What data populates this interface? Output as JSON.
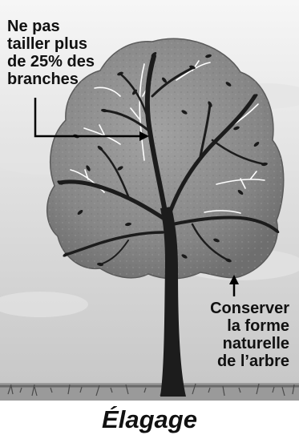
{
  "callouts": {
    "top": [
      "Ne pas",
      "tailler plus",
      "de 25% des",
      "branches"
    ],
    "bottom": [
      "Conserver",
      "la forme",
      "naturelle",
      "de l’arbre"
    ]
  },
  "caption": "Élagage",
  "colors": {
    "sky_top": "#f4f4f4",
    "sky_bottom": "#c9c9c9",
    "canopy": "#8a8a8a",
    "trunk": "#1c1c1c",
    "cut_branches": "#ffffff",
    "grass": "#5a5a5a",
    "text": "#111111"
  }
}
